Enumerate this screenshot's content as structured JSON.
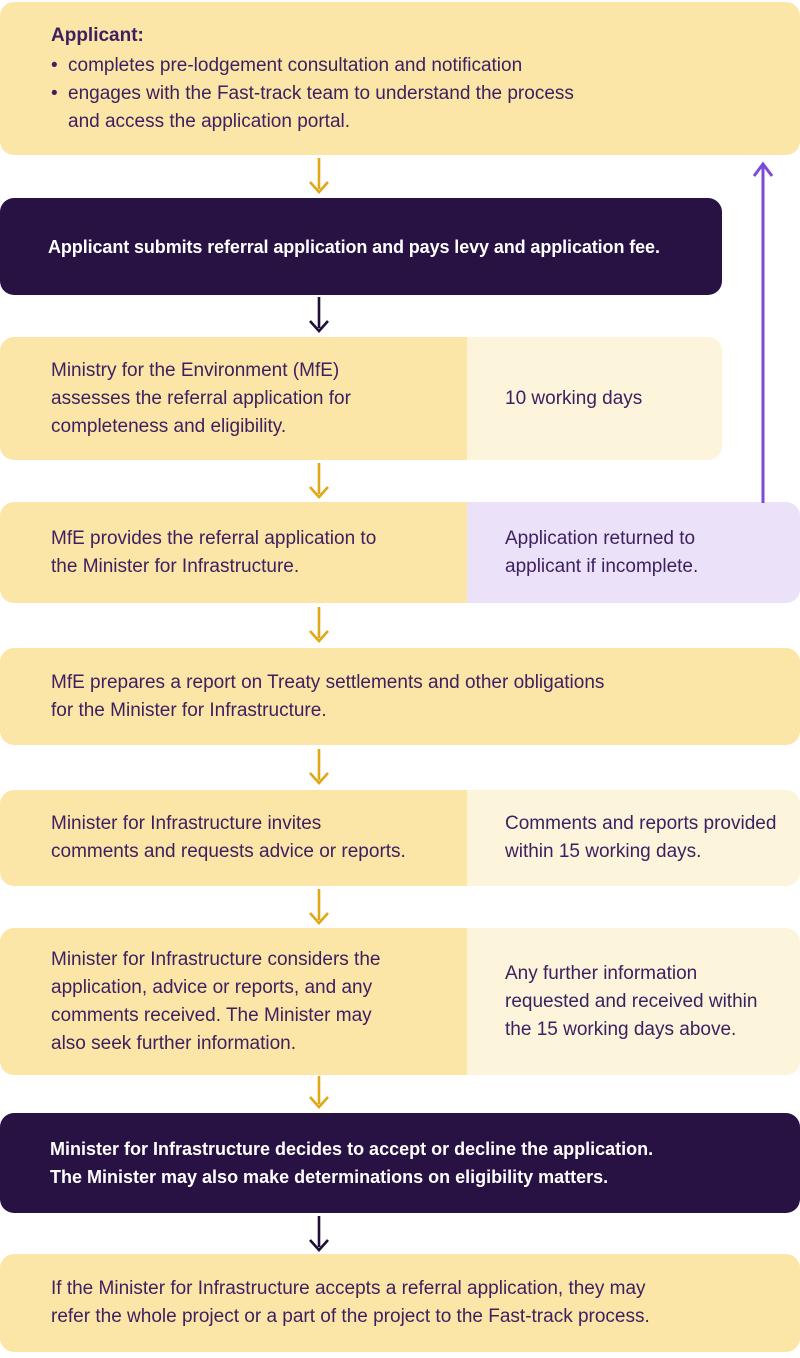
{
  "title": "Fast-track referral application process flowchart",
  "palette": {
    "box_yellow": "#FBE6A8",
    "box_pale_yellow": "#FDF4DC",
    "box_light_purple": "#EBE2F9",
    "box_dark_purple": "#281243",
    "text_purple": "#3E2060",
    "text_white": "#FFFFFF",
    "arrow_yellow": "#E0A817",
    "arrow_dark": "#1E0E38",
    "arrow_purple": "#7C4BD8"
  },
  "boxes": {
    "applicant": {
      "title": "Applicant:",
      "bullets": [
        "completes pre-lodgement consultation and notification",
        "engages with the Fast-track team to understand the process\nand access the application portal."
      ]
    },
    "submit": {
      "text": "Applicant submits referral application and pays levy and application fee."
    },
    "mfe_assess": {
      "text": "Ministry for the Environment (MfE)\nassesses the referral application for\ncompleteness and eligibility.",
      "side": "10 working days"
    },
    "mfe_provides": {
      "text": "MfE provides the referral application to\nthe Minister for Infrastructure.",
      "side": "Application returned to\napplicant if incomplete."
    },
    "mfe_report": {
      "text": "MfE prepares a report on Treaty settlements and other obligations\nfor the Minister for Infrastructure."
    },
    "invites": {
      "text": "Minister for Infrastructure invites\ncomments and requests advice or reports.",
      "side": "Comments and reports provided\nwithin 15 working days."
    },
    "considers": {
      "text": "Minister for Infrastructure considers the\napplication, advice or reports, and any\ncomments received. The Minister may\nalso seek further information.",
      "side": "Any further information\nrequested and received within\nthe 15 working days above."
    },
    "decides": {
      "text": "Minister for Infrastructure decides to accept or decline the application.\nThe Minister may also make determinations on eligibility matters."
    },
    "accepts": {
      "text": "If the Minister for Infrastructure accepts a referral application, they may\nrefer the whole project or a part of the project to the Fast-track process."
    }
  }
}
